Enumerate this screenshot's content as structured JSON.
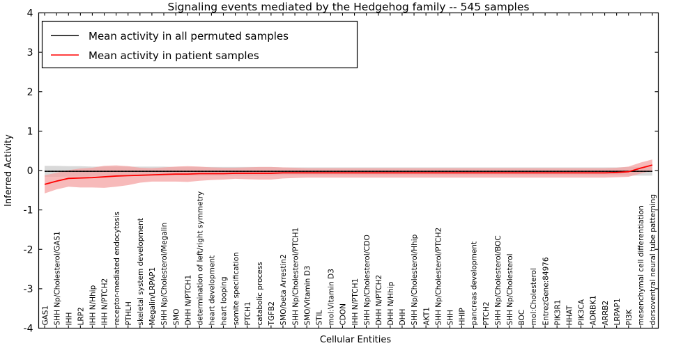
{
  "chart_data": {
    "type": "line",
    "title": "Signaling events mediated by the Hedgehog family -- 545 samples",
    "xlabel": "Cellular Entities",
    "ylabel": "Inferred Activity",
    "ylim": [
      -4,
      4
    ],
    "yticks": [
      "4",
      "3",
      "2",
      "1",
      "0",
      "-1",
      "-2",
      "-3",
      "-4"
    ],
    "ytick_values": [
      4,
      3,
      2,
      1,
      0,
      -1,
      -2,
      -3,
      -4
    ],
    "grid": false,
    "legend_position": "upper left",
    "legend": [
      {
        "label": "Mean activity in all permuted samples",
        "color": "#000000"
      },
      {
        "label": "Mean activity in patient samples",
        "color": "#ff0000"
      }
    ],
    "colors": {
      "permuted_line": "#000000",
      "permuted_band": "#cccccc",
      "patient_line": "#ff0000",
      "patient_band": "#f4a0a0",
      "axis": "#000000",
      "background": "#ffffff"
    },
    "categories": [
      "GAS1",
      "SHH Np/Cholesterol/GAS1",
      "IHH",
      "LRP2",
      "IHH N/Hhip",
      "IHH N/PTCH2",
      "receptor-mediated endocytosis",
      "PTHLH",
      "skeletal system development",
      "Megalin/LRPAP1",
      "SHH Np/Cholesterol/Megalin",
      "SMO",
      "DHH N/PTCH1",
      "determination of left/right symmetry",
      "heart development",
      "heart looping",
      "somite specification",
      "PTCH1",
      "catabolic process",
      "TGFB2",
      "SMO/beta Arrestin2",
      "SHH Np/Cholesterol/PTCH1",
      "SMO/Vitamin D3",
      "STIL",
      "mol:Vitamin D3",
      "CDON",
      "IHH N/PTCH1",
      "SHH Np/Cholesterol/CDO",
      "DHH N/PTCH2",
      "DHH N/Hhip",
      "DHH",
      "SHH Np/Cholesterol/Hhip",
      "AKT1",
      "SHH Np/Cholesterol/PTCH2",
      "SHH",
      "HHIP",
      "pancreas development",
      "PTCH2",
      "SHH Np/Cholesterol/BOC",
      "SHH Np/Cholesterol",
      "BOC",
      "mol:Cholesterol",
      "EntrezGene:84976",
      "PIK3R1",
      "HHAT",
      "PIK3CA",
      "ADRBK1",
      "ARRB2",
      "LRPAP1",
      "PI3K",
      "mesenchymal cell differentiation",
      "dorsoventral neural tube patterning"
    ],
    "series": [
      {
        "name": "Mean activity in all permuted samples",
        "color": "#000000",
        "values": [
          -0.02,
          -0.02,
          -0.02,
          -0.02,
          -0.02,
          -0.02,
          -0.02,
          -0.02,
          -0.02,
          -0.02,
          -0.02,
          -0.02,
          -0.02,
          -0.02,
          -0.02,
          -0.02,
          -0.02,
          -0.02,
          -0.02,
          -0.02,
          -0.02,
          -0.02,
          -0.02,
          -0.02,
          -0.02,
          -0.02,
          -0.02,
          -0.02,
          -0.02,
          -0.02,
          -0.02,
          -0.02,
          -0.02,
          -0.02,
          -0.02,
          -0.02,
          -0.02,
          -0.02,
          -0.02,
          -0.02,
          -0.02,
          -0.02,
          -0.02,
          -0.02,
          -0.02,
          -0.02,
          -0.02,
          -0.02,
          -0.02,
          -0.02,
          -0.02,
          -0.02
        ],
        "band_upper": [
          0.12,
          0.12,
          0.11,
          0.11,
          0.1,
          0.1,
          0.1,
          0.1,
          0.1,
          0.1,
          0.1,
          0.09,
          0.09,
          0.09,
          0.09,
          0.09,
          0.09,
          0.09,
          0.09,
          0.09,
          0.08,
          0.08,
          0.08,
          0.08,
          0.08,
          0.08,
          0.08,
          0.08,
          0.08,
          0.08,
          0.08,
          0.08,
          0.08,
          0.08,
          0.08,
          0.08,
          0.08,
          0.08,
          0.08,
          0.08,
          0.08,
          0.08,
          0.08,
          0.08,
          0.08,
          0.08,
          0.08,
          0.08,
          0.08,
          0.09,
          0.09,
          0.09
        ],
        "band_lower": [
          -0.16,
          -0.16,
          -0.15,
          -0.15,
          -0.14,
          -0.14,
          -0.14,
          -0.14,
          -0.14,
          -0.14,
          -0.14,
          -0.13,
          -0.13,
          -0.13,
          -0.13,
          -0.13,
          -0.13,
          -0.13,
          -0.13,
          -0.13,
          -0.12,
          -0.12,
          -0.12,
          -0.12,
          -0.12,
          -0.12,
          -0.12,
          -0.12,
          -0.12,
          -0.12,
          -0.12,
          -0.12,
          -0.12,
          -0.12,
          -0.12,
          -0.12,
          -0.12,
          -0.12,
          -0.12,
          -0.12,
          -0.12,
          -0.12,
          -0.12,
          -0.12,
          -0.12,
          -0.12,
          -0.12,
          -0.12,
          -0.12,
          -0.13,
          -0.13,
          -0.13
        ]
      },
      {
        "name": "Mean activity in patient samples",
        "color": "#ff0000",
        "values": [
          -0.35,
          -0.27,
          -0.2,
          -0.19,
          -0.18,
          -0.16,
          -0.14,
          -0.13,
          -0.12,
          -0.11,
          -0.1,
          -0.09,
          -0.09,
          -0.08,
          -0.08,
          -0.08,
          -0.07,
          -0.07,
          -0.07,
          -0.07,
          -0.06,
          -0.06,
          -0.06,
          -0.06,
          -0.06,
          -0.06,
          -0.06,
          -0.06,
          -0.06,
          -0.06,
          -0.06,
          -0.06,
          -0.06,
          -0.06,
          -0.06,
          -0.06,
          -0.06,
          -0.06,
          -0.06,
          -0.06,
          -0.06,
          -0.06,
          -0.06,
          -0.06,
          -0.06,
          -0.06,
          -0.06,
          -0.06,
          -0.05,
          -0.03,
          0.06,
          0.14
        ],
        "band_upper": [
          -0.12,
          -0.06,
          0.01,
          0.05,
          0.07,
          0.12,
          0.13,
          0.11,
          0.07,
          0.06,
          0.08,
          0.1,
          0.11,
          0.1,
          0.08,
          0.07,
          0.07,
          0.08,
          0.09,
          0.09,
          0.08,
          0.07,
          0.06,
          0.06,
          0.06,
          0.06,
          0.06,
          0.06,
          0.06,
          0.06,
          0.06,
          0.06,
          0.06,
          0.06,
          0.06,
          0.06,
          0.06,
          0.06,
          0.06,
          0.06,
          0.06,
          0.06,
          0.06,
          0.06,
          0.06,
          0.06,
          0.06,
          0.06,
          0.07,
          0.1,
          0.2,
          0.28
        ],
        "band_lower": [
          -0.58,
          -0.48,
          -0.41,
          -0.43,
          -0.43,
          -0.44,
          -0.41,
          -0.37,
          -0.31,
          -0.28,
          -0.28,
          -0.28,
          -0.29,
          -0.26,
          -0.24,
          -0.23,
          -0.21,
          -0.22,
          -0.23,
          -0.23,
          -0.2,
          -0.19,
          -0.18,
          -0.18,
          -0.18,
          -0.18,
          -0.18,
          -0.18,
          -0.18,
          -0.18,
          -0.18,
          -0.18,
          -0.18,
          -0.18,
          -0.18,
          -0.18,
          -0.18,
          -0.18,
          -0.18,
          -0.18,
          -0.18,
          -0.18,
          -0.18,
          -0.18,
          -0.18,
          -0.18,
          -0.18,
          -0.18,
          -0.17,
          -0.16,
          -0.08,
          0.0
        ]
      }
    ]
  }
}
